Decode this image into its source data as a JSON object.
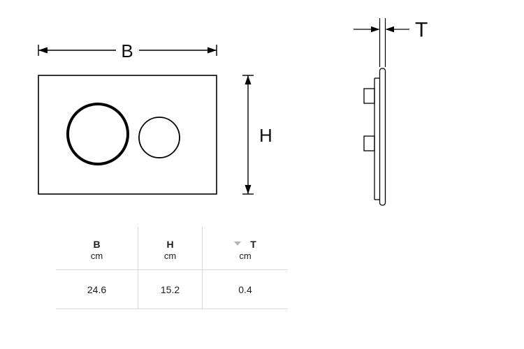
{
  "drawing": {
    "front_view": {
      "width_dim_label": "B",
      "height_dim_label": "H"
    },
    "side_view": {
      "thickness_dim_label": "T"
    }
  },
  "table": {
    "headers": [
      {
        "dim": "B",
        "unit": "cm"
      },
      {
        "dim": "H",
        "unit": "cm"
      },
      {
        "dim": "T",
        "unit": "cm"
      }
    ],
    "values": [
      "24.6",
      "15.2",
      "0.4"
    ]
  }
}
